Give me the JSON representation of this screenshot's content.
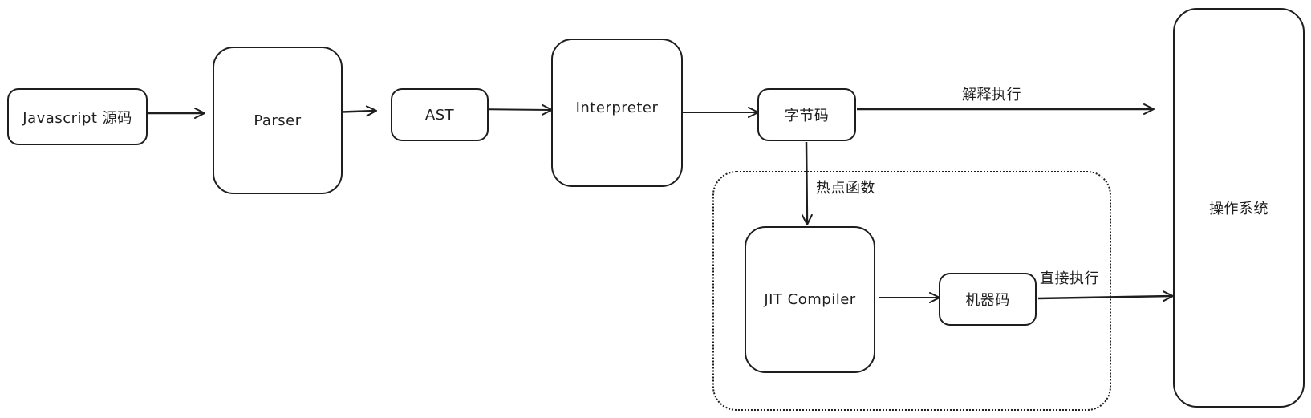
{
  "nodes": {
    "source": "Javascript 源码",
    "parser": "Parser",
    "ast": "AST",
    "interpreter": "Interpreter",
    "bytecode": "字节码",
    "jit": "JIT Compiler",
    "machine_code": "机器码",
    "os": "操作系统"
  },
  "edge_labels": {
    "interpret_exec": "解释执行",
    "hot_function": "热点函数",
    "direct_exec": "直接执行"
  }
}
